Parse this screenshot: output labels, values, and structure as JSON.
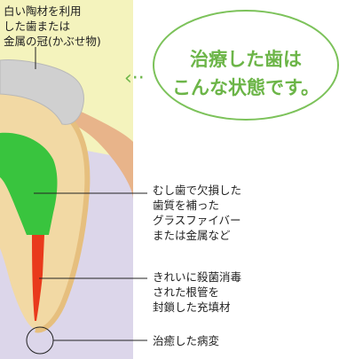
{
  "labels": {
    "crown": "白い陶材を利用\nした歯または\n金属の冠(かぶせ物)",
    "filling": "むし歯で欠損した\n歯質を補った\nグラスファイバー\nまたは金属など",
    "root_canal": "きれいに殺菌消毒\nされた根管を\n封鎖した充填材",
    "lesion": "治癒した病変"
  },
  "bubble": {
    "text": "治療した歯は\nこんな状態です。"
  },
  "colors": {
    "background_yellow": "#f4f3bd",
    "bone_lavender": "#dcd6ea",
    "gum_peach": "#e8b48a",
    "crown_grey": "#d0d0d0",
    "dentin_tan": "#f2d9a4",
    "core_green": "#39c43e",
    "canal_red": "#e93a1c",
    "accent_green": "#6cb548"
  }
}
